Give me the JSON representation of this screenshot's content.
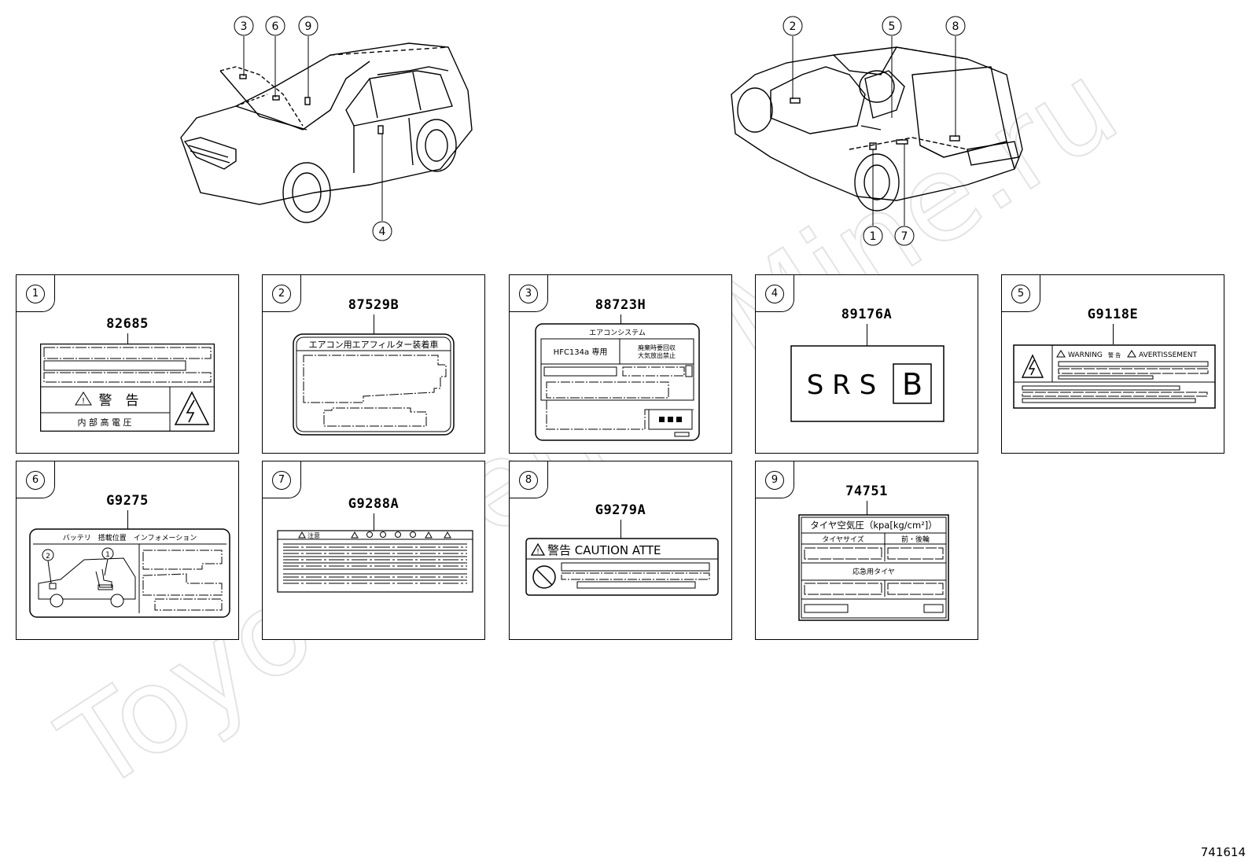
{
  "watermark": "ToyotaCenterMine.ru",
  "diagram_code": "741614",
  "car_callouts_front": [
    "3",
    "6",
    "9",
    "4"
  ],
  "car_callouts_rear": [
    "2",
    "5",
    "8",
    "1",
    "7"
  ],
  "panels": [
    {
      "num": "1",
      "part": "82685"
    },
    {
      "num": "2",
      "part": "87529B"
    },
    {
      "num": "3",
      "part": "88723H"
    },
    {
      "num": "4",
      "part": "89176A"
    },
    {
      "num": "5",
      "part": "G9118E"
    },
    {
      "num": "6",
      "part": "G9275"
    },
    {
      "num": "7",
      "part": "G9288A"
    },
    {
      "num": "8",
      "part": "G9279A"
    },
    {
      "num": "9",
      "part": "74751"
    }
  ],
  "labels": {
    "l1_warning": "警　告",
    "l1_sub": "内 部 高 電 圧",
    "l2_title": "エアコン用エアフィルター装着車",
    "l3_title": "エアコンシステム",
    "l3_left": "HFC134a 専用",
    "l3_right1": "廃棄時要回収",
    "l3_right2": "大気放出禁止",
    "l4_srs": "S R S",
    "l4_b": "B",
    "l5_warning": "WARNING",
    "l5_mid": "警 告",
    "l5_avert": "AVERTISSEMENT",
    "l6_title": "バッテリ　搭載位置　インフォメーション",
    "l6_c2": "2",
    "l6_c1": "1",
    "l7_head": "注意",
    "l8_text": "警告 CAUTION ATTE",
    "l9_title": "タイヤ空気圧（kpa[kg/cm²]）",
    "l9_size": "タイヤサイズ",
    "l9_fr": "前・後輪",
    "l9_spare": "応急用タイヤ"
  }
}
